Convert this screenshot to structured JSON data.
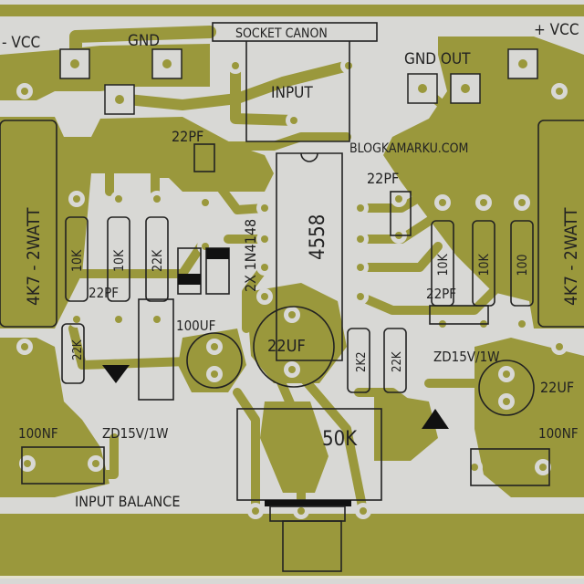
{
  "colors": {
    "copper": "#9a983c",
    "board": "#d8d8d5",
    "silkscreen": "#222222"
  },
  "labels": {
    "neg_vcc": "- VCC",
    "gnd_left": "GND",
    "socket": "SOCKET CANON",
    "input": "INPUT",
    "gnd_out": "GND OUT",
    "pos_vcc": "+ VCC",
    "cap_22pf_top": "22PF",
    "website": "BLOGKAMARKU.COM",
    "cap_22pf_right": "22PF",
    "ic": "4558",
    "diodes": "2X 1N4148",
    "power_res_left": "4K7 - 2WATT",
    "power_res_right": "4K7 - 2WATT",
    "res_left": [
      "10K",
      "10K",
      "22K"
    ],
    "res_right": [
      "10K",
      "10K",
      "100"
    ],
    "cap_22pf_left_low": "22PF",
    "cap_100uf": "100UF",
    "cap_22pf_right_low": "22PF",
    "cap_22uf_center": "22UF",
    "res_2k2": "2K2",
    "res_22k_mid": "22K",
    "res_22k_left": "22K",
    "zener_right": "ZD15V/1W",
    "cap_22uf_right": "22UF",
    "cap_100nf_left": "100NF",
    "zener_left": "ZD15V/1W",
    "cap_100nf_right": "100NF",
    "pot": "50K",
    "input_balance": "INPUT BALANCE"
  }
}
